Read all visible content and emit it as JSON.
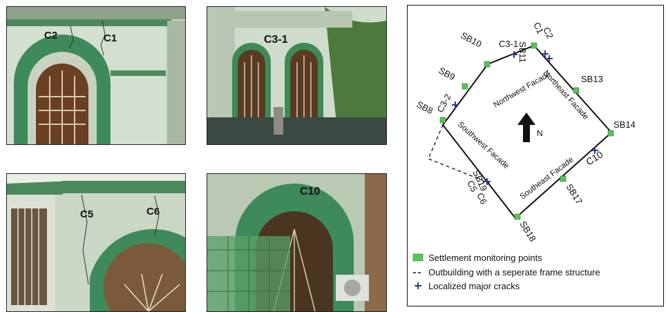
{
  "photos": {
    "p1": {
      "labels": [
        "C2",
        "C1"
      ]
    },
    "p2": {
      "labels": [
        "C3-1"
      ]
    },
    "p3": {
      "labels": [
        "C5",
        "C6"
      ]
    },
    "p4": {
      "labels": [
        "C10"
      ]
    }
  },
  "plan": {
    "facades": {
      "northwest": "Northwest Facade",
      "northeast": "Northeast Facade",
      "southwest": "Southwest Facade",
      "southeast": "Southeast Facade"
    },
    "north": "N",
    "monitoring_points": [
      "SB8",
      "SB9",
      "SB10",
      "SB11",
      "SB13",
      "SB14",
      "SB17",
      "SB18",
      "SB19"
    ],
    "cracks": [
      "C1",
      "C2",
      "C3-1",
      "C3-2",
      "C5",
      "C6",
      "C10"
    ],
    "legend": {
      "settlement": "Settlement monitoring points",
      "outbuilding": "Outbuilding with a seperate frame structure",
      "cracks": "Localized major cracks"
    },
    "colors": {
      "monitoring": "#5cc25c",
      "crack": "#2b3a8f",
      "wall": "#111111"
    }
  }
}
